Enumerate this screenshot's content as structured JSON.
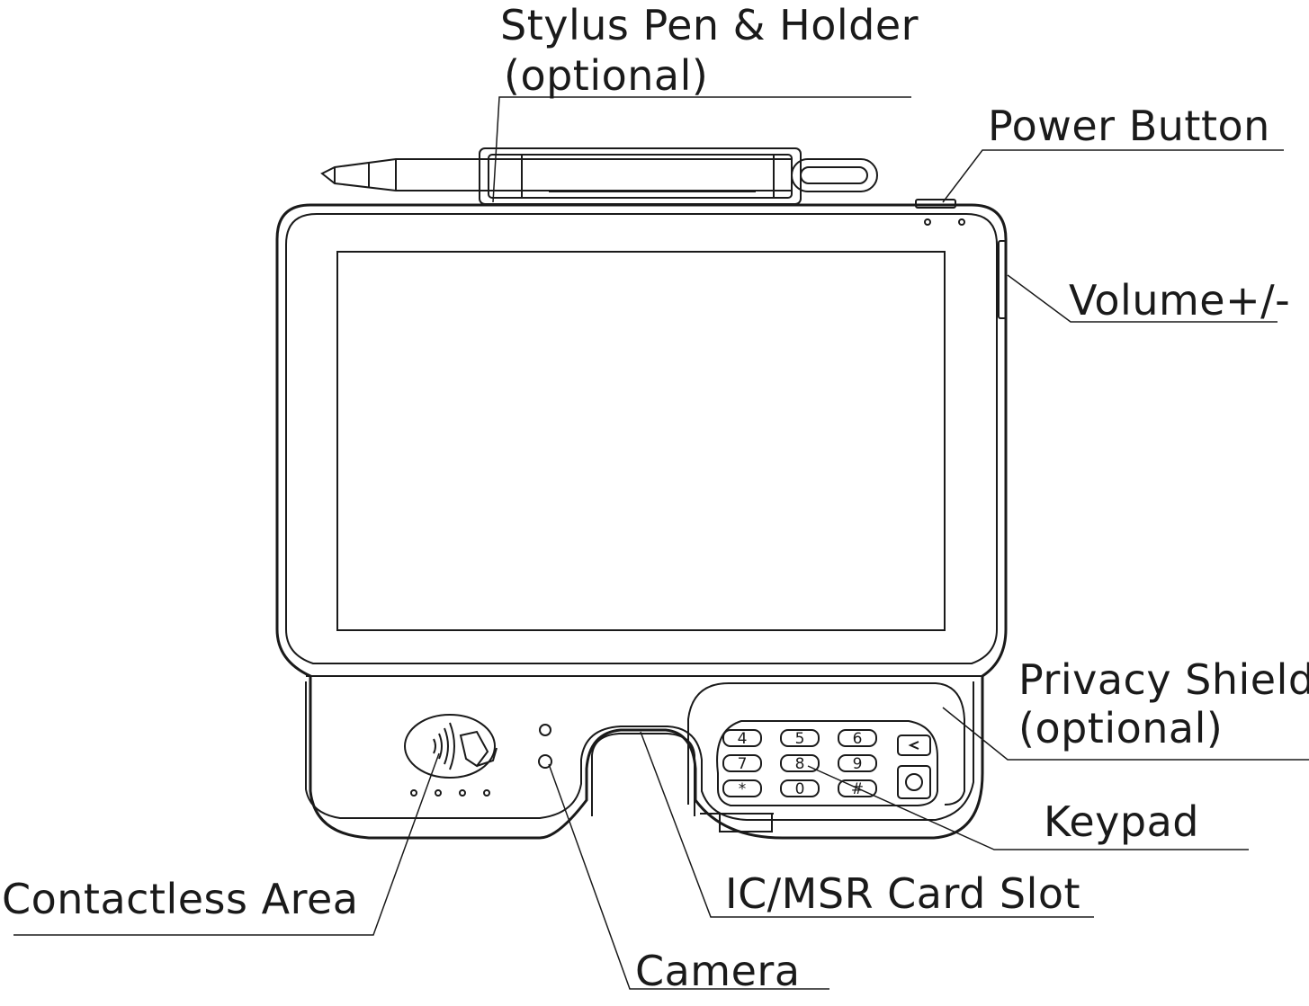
{
  "labels": {
    "stylus_line1": "Stylus Pen & Holder",
    "stylus_line2": "(optional)",
    "power": "Power Button",
    "volume": "Volume+/-",
    "privacy_line1": "Privacy Shield",
    "privacy_line2": "(optional)",
    "keypad": "Keypad",
    "card_slot": "IC/MSR Card Slot",
    "contactless": "Contactless Area",
    "camera": "Camera"
  },
  "keypad_keys": [
    "4",
    "5",
    "6",
    "7",
    "8",
    "9",
    "*",
    "0",
    "#"
  ],
  "colors": {
    "line": "#1a1a1a",
    "background": "#ffffff"
  }
}
